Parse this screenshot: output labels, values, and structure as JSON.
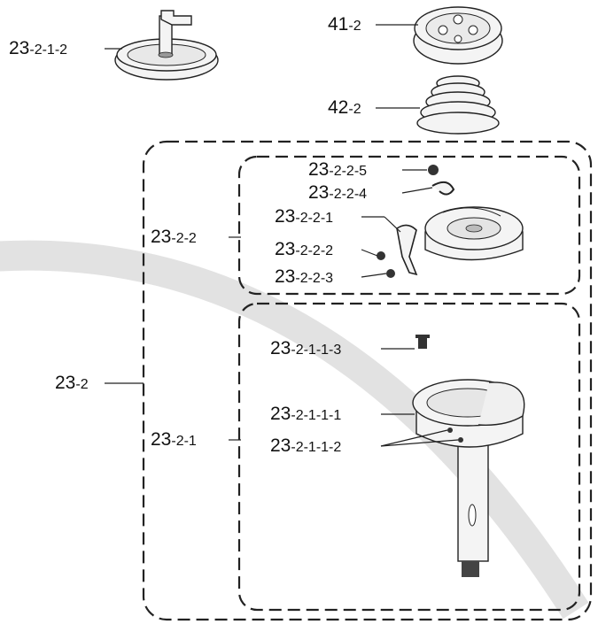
{
  "labels": {
    "l_23_2_1_2": {
      "main": "23",
      "sub": "-2-1-2"
    },
    "l_41_2": {
      "main": "41",
      "sub": "-2"
    },
    "l_42_2": {
      "main": "42",
      "sub": "-2"
    },
    "l_23_2_2_5": {
      "main": "23",
      "sub": "-2-2-5"
    },
    "l_23_2_2_4": {
      "main": "23",
      "sub": "-2-2-4"
    },
    "l_23_2_2": {
      "main": "23",
      "sub": "-2-2"
    },
    "l_23_2_2_1": {
      "main": "23",
      "sub": "-2-2-1"
    },
    "l_23_2_2_2": {
      "main": "23",
      "sub": "-2-2-2"
    },
    "l_23_2_2_3": {
      "main": "23",
      "sub": "-2-2-3"
    },
    "l_23_2_1_1_3": {
      "main": "23",
      "sub": "-2-1-1-3"
    },
    "l_23_2": {
      "main": "23",
      "sub": "-2"
    },
    "l_23_2_1_1_1": {
      "main": "23",
      "sub": "-2-1-1-1"
    },
    "l_23_2_1": {
      "main": "23",
      "sub": "-2-1"
    },
    "l_23_2_1_1_2": {
      "main": "23",
      "sub": "-2-1-1-2"
    }
  },
  "colors": {
    "line": "#222222",
    "watermark": "#e2e2e2"
  }
}
